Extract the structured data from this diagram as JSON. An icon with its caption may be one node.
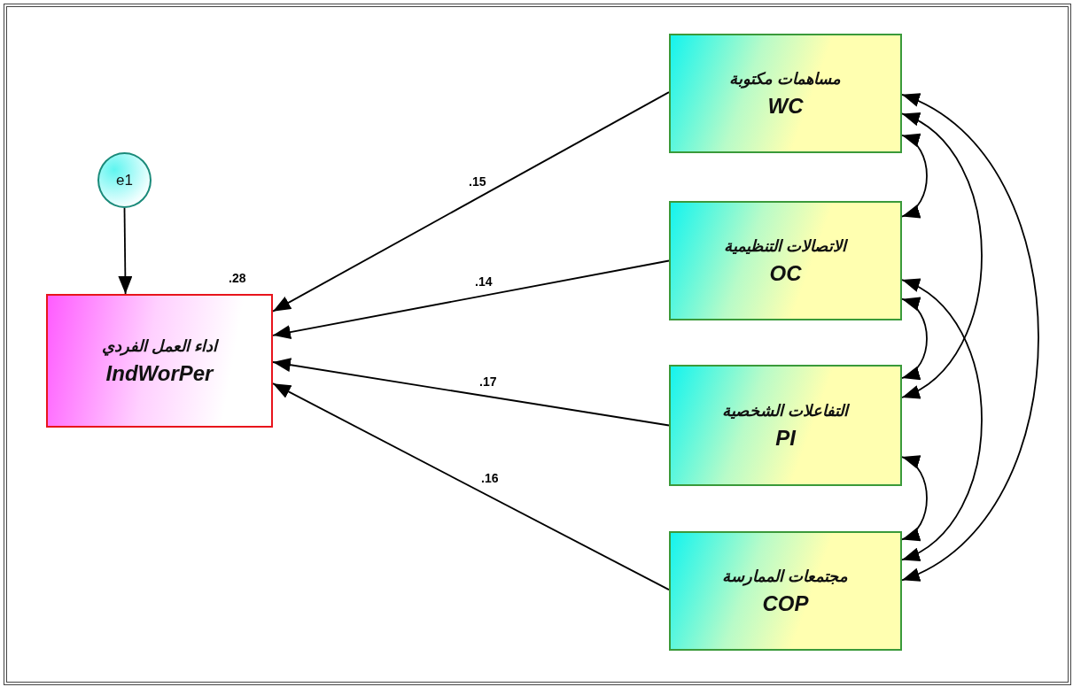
{
  "diagram": {
    "nodes": [
      {
        "text": [
          "e1"
        ]
      },
      {
        "text": [
          "اداء العمل الفردي",
          "IndWorPer"
        ],
        "beside": [
          ".28"
        ]
      },
      {
        "text": [
          "مساهمات مكتوبة",
          "WC"
        ]
      },
      {
        "text": [
          "الاتصالات التنظيمية",
          "OC"
        ]
      },
      {
        "text": [
          "التفاعلات الشخصية",
          "PI"
        ]
      },
      {
        "text": [
          "مجتمعات الممارسة",
          "COP"
        ]
      }
    ],
    "edges": [
      {
        "from": 0,
        "to": 1,
        "arrow": "to"
      },
      {
        "from": 2,
        "to": 1,
        "arrow": "to",
        "label": ".15"
      },
      {
        "from": 3,
        "to": 1,
        "arrow": "to",
        "label": ".14"
      },
      {
        "from": 4,
        "to": 1,
        "arrow": "to",
        "label": ".17"
      },
      {
        "from": 5,
        "to": 1,
        "arrow": "to",
        "label": ".16"
      },
      {
        "from": 2,
        "to": 3,
        "arrow": "both"
      },
      {
        "from": 2,
        "to": 4,
        "arrow": "both"
      },
      {
        "from": 2,
        "to": 5,
        "arrow": "both"
      },
      {
        "from": 3,
        "to": 4,
        "arrow": "both"
      },
      {
        "from": 3,
        "to": 5,
        "arrow": "both"
      },
      {
        "from": 4,
        "to": 5,
        "arrow": "both"
      }
    ]
  }
}
